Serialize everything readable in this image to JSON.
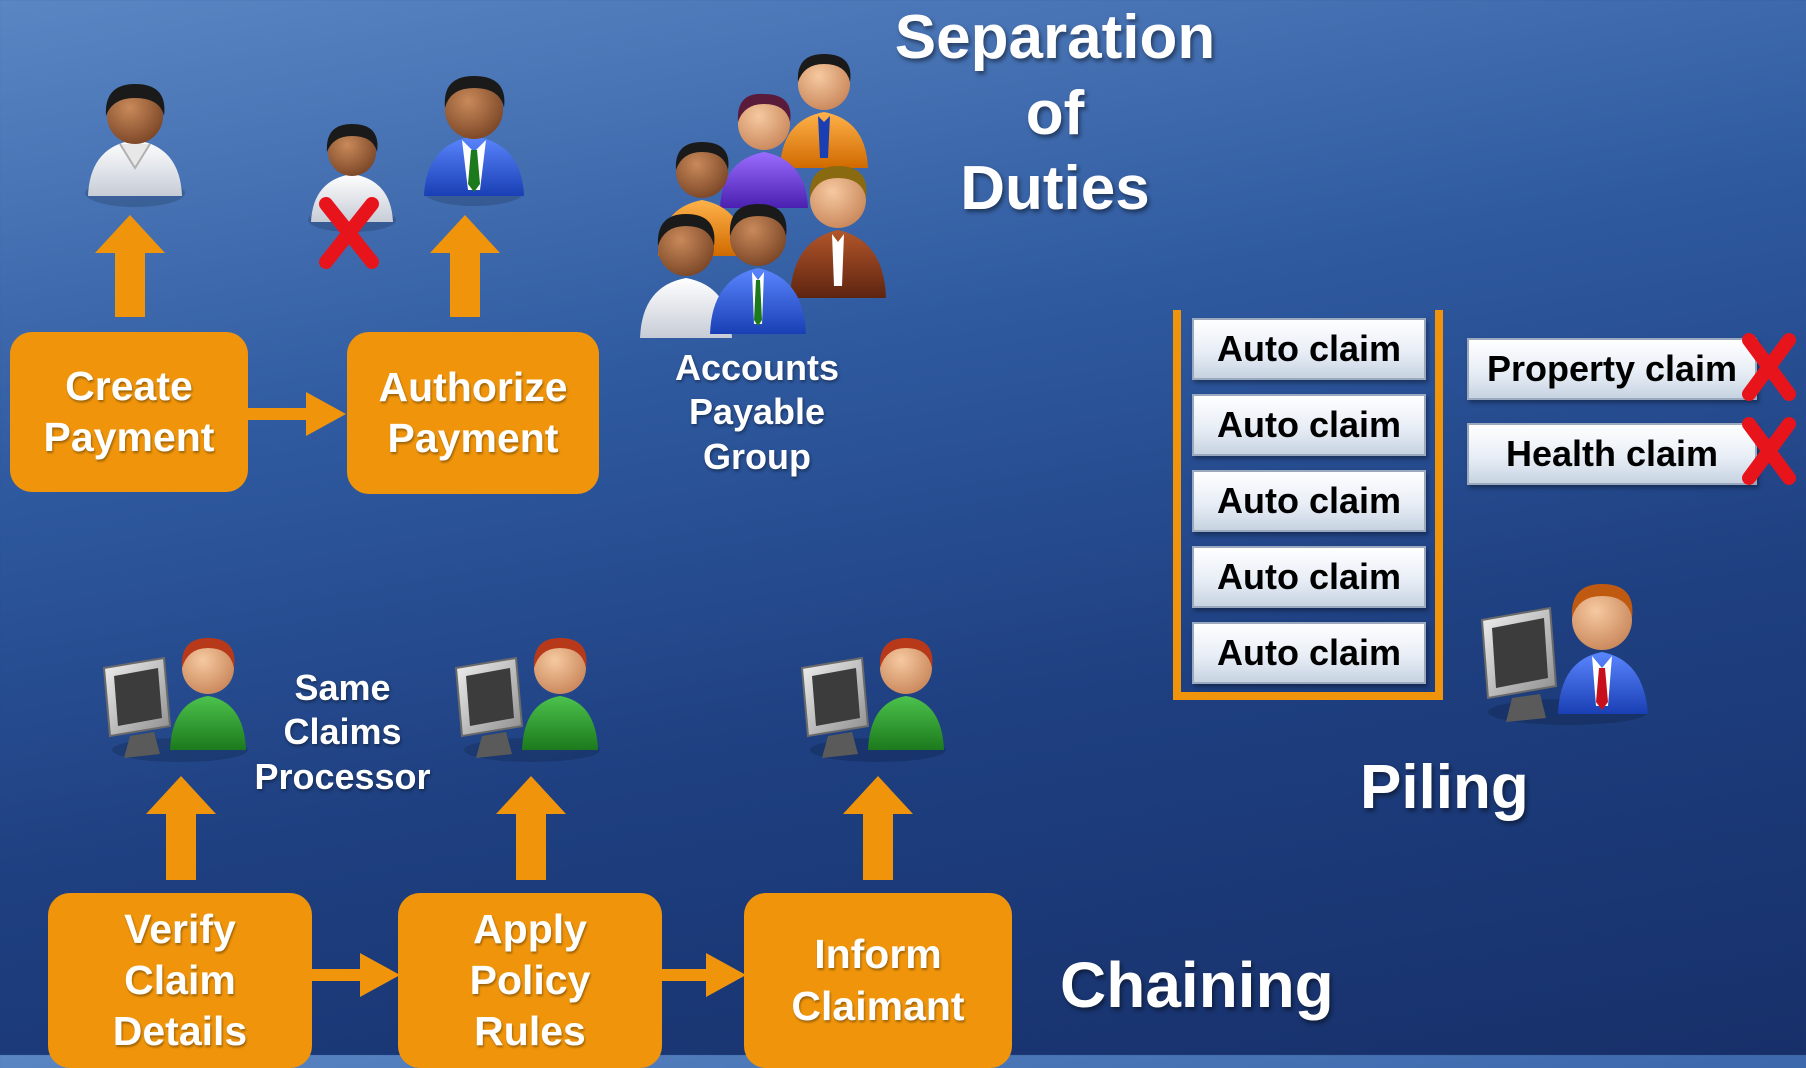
{
  "title_sod": "Separation\nof\nDuties",
  "sod": {
    "create_payment": "Create\nPayment",
    "authorize_payment": "Authorize\nPayment",
    "group_label": "Accounts\nPayable\nGroup"
  },
  "chaining": {
    "title": "Chaining",
    "verify": "Verify\nClaim\nDetails",
    "apply": "Apply\nPolicy\nRules",
    "inform": "Inform\nClaimant",
    "processor_label": "Same\nClaims\nProcessor"
  },
  "piling": {
    "title": "Piling",
    "stack": [
      "Auto claim",
      "Auto claim",
      "Auto claim",
      "Auto claim",
      "Auto claim"
    ],
    "rejected": [
      "Property claim",
      "Health claim"
    ]
  },
  "colors": {
    "orange": "#f0950b",
    "reject_red": "#e8141c",
    "background": "#1e3f80"
  },
  "icons": [
    "person-icon",
    "people-group-icon",
    "computer-user-icon",
    "reject-x-icon",
    "up-arrow-icon",
    "right-arrow-icon"
  ]
}
